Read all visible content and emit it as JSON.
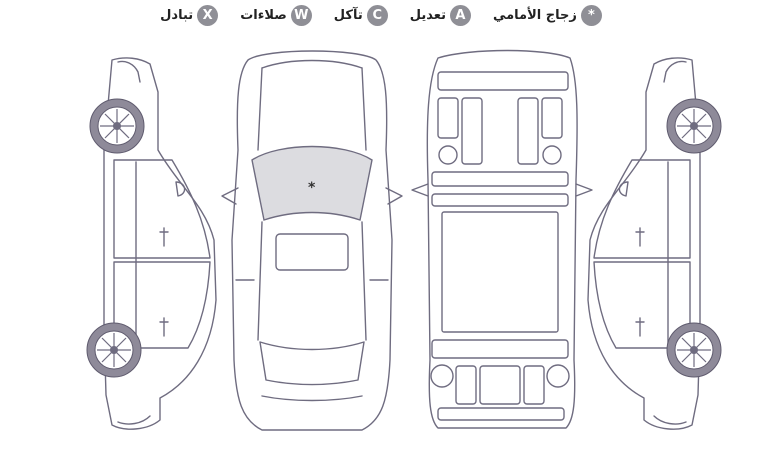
{
  "legend": [
    {
      "symbol": "*",
      "label": "زجاج الأمامي"
    },
    {
      "symbol": "A",
      "label": "تعديل"
    },
    {
      "symbol": "C",
      "label": "تآكل"
    },
    {
      "symbol": "W",
      "label": "صلاءات"
    },
    {
      "symbol": "X",
      "label": "تبادل"
    }
  ],
  "marks": {
    "windshield_symbol": "*"
  },
  "colors": {
    "badge": "#8f8f96",
    "line": "#6f6c80",
    "wheel": "#8e8a99",
    "highlight": "#dcdce0"
  }
}
